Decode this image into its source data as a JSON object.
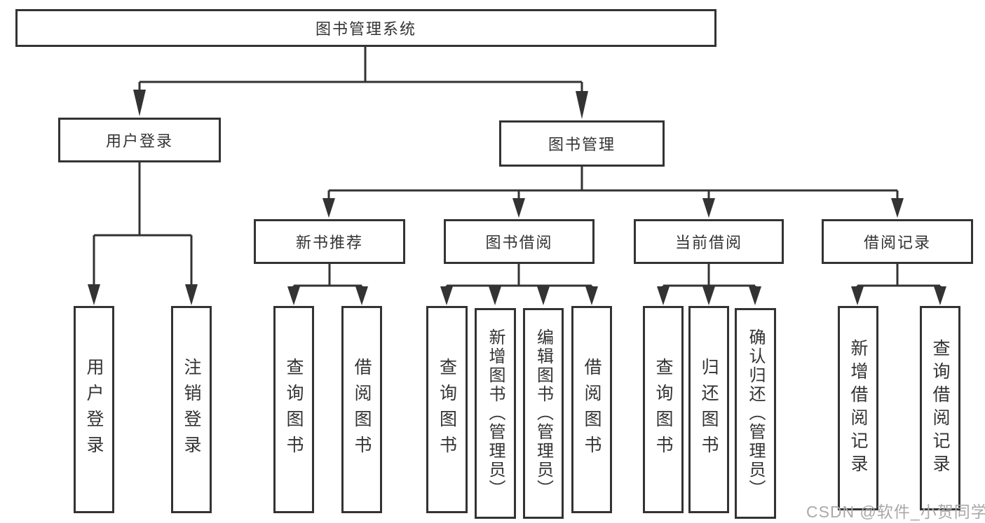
{
  "diagram": {
    "root": {
      "label": "图书管理系统"
    },
    "branches": [
      {
        "label": "用户登录",
        "children": [
          {
            "label": "用户登录"
          },
          {
            "label": "注销登录"
          }
        ]
      },
      {
        "label": "图书管理",
        "children": [
          {
            "label": "新书推荐",
            "children": [
              {
                "label": "查询图书"
              },
              {
                "label": "借阅图书"
              }
            ]
          },
          {
            "label": "图书借阅",
            "children": [
              {
                "label": "查询图书"
              },
              {
                "label": "新增图书（管理员）"
              },
              {
                "label": "编辑图书（管理员）"
              },
              {
                "label": "借阅图书"
              }
            ]
          },
          {
            "label": "当前借阅",
            "children": [
              {
                "label": "查询图书"
              },
              {
                "label": "归还图书"
              },
              {
                "label": "确认归还（管理员）"
              }
            ]
          },
          {
            "label": "借阅记录",
            "children": [
              {
                "label": "新增借阅记录"
              },
              {
                "label": "查询借阅记录"
              }
            ]
          }
        ]
      }
    ]
  },
  "watermark": {
    "text": "CSDN @软件_小贺同学"
  },
  "colors": {
    "line": "#333333",
    "text": "#333333",
    "watermark": "#a9a9a9",
    "background": "#ffffff"
  }
}
